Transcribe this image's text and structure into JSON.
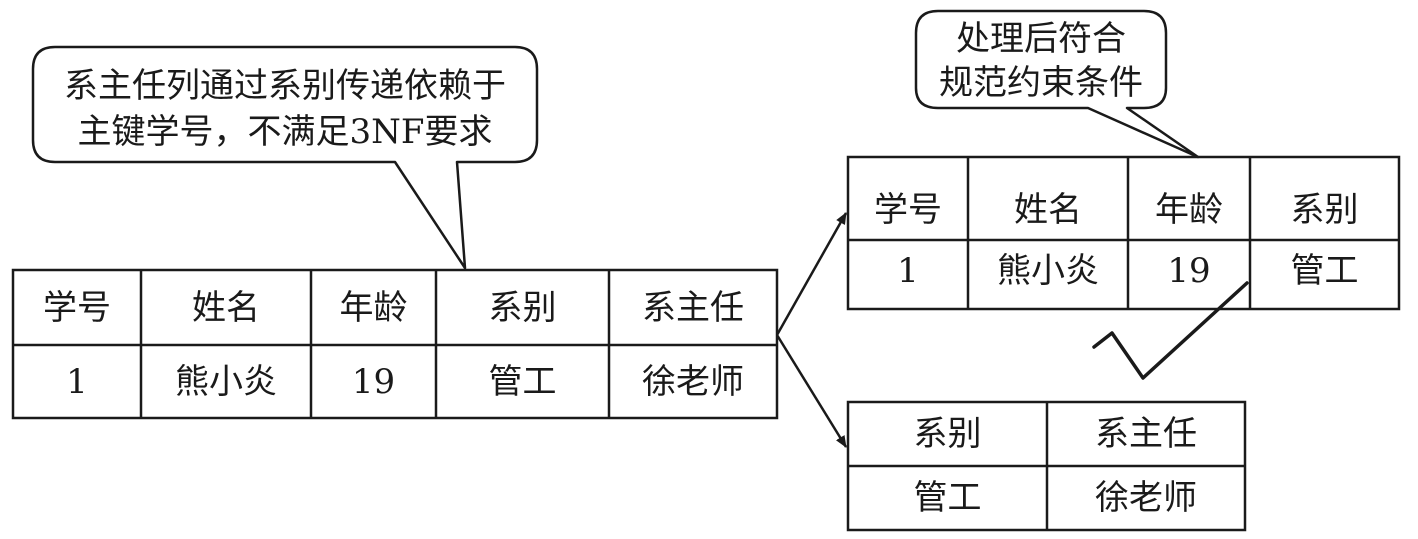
{
  "callouts": {
    "problem": {
      "line1": "系主任列通过系别传递依赖于",
      "line2": "主键学号，不满足3NF要求"
    },
    "result": {
      "line1": "处理后符合",
      "line2": "规范约束条件"
    }
  },
  "tables": {
    "original": {
      "headers": [
        "学号",
        "姓名",
        "年龄",
        "系别",
        "系主任"
      ],
      "row": [
        "1",
        "熊小炎",
        "19",
        "管工",
        "徐老师"
      ]
    },
    "student": {
      "headers": [
        "学号",
        "姓名",
        "年龄",
        "系别"
      ],
      "row": [
        "1",
        "熊小炎",
        "19",
        "管工"
      ]
    },
    "department": {
      "headers": [
        "系别",
        "系主任"
      ],
      "row": [
        "管工",
        "徐老师"
      ]
    }
  },
  "marks": {
    "checkmark": "checkmark-icon"
  },
  "colors": {
    "line": "#1a1a1a",
    "background": "#ffffff"
  }
}
